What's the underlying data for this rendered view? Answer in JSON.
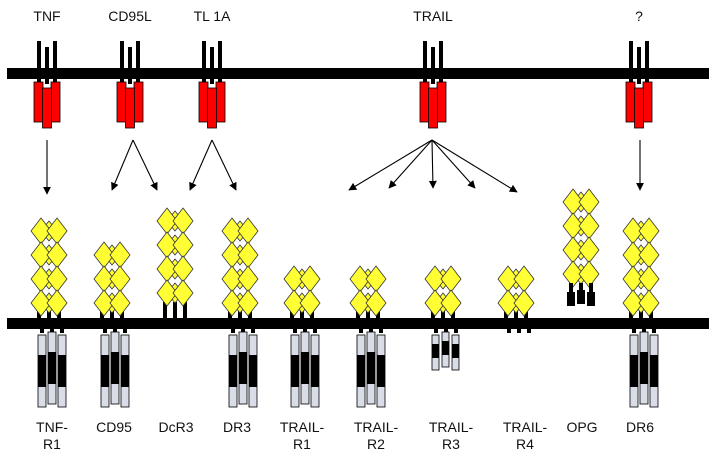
{
  "title": "TNF ligand / receptor superfamily schematic",
  "colors": {
    "membrane": "#000000",
    "ligand_domain": "#ff0000",
    "crd_fill": "#ffff33",
    "crd_stroke": "#333333",
    "intracellular_light": "#d9dde8",
    "death_domain": "#000000",
    "arrow": "#000000"
  },
  "ligands": [
    {
      "id": "tnf",
      "name": "TNF"
    },
    {
      "id": "cd95l",
      "name": "CD95L"
    },
    {
      "id": "tl1a",
      "name": "TL 1A"
    },
    {
      "id": "trail",
      "name": "TRAIL"
    },
    {
      "id": "unknown",
      "name": "?"
    }
  ],
  "receptors": [
    {
      "id": "tnfr1",
      "name": "TNF-\nR1",
      "crd_rows": 4,
      "anchor": "membrane",
      "intracellular": "death-domain"
    },
    {
      "id": "cd95",
      "name": "CD95",
      "crd_rows": 3,
      "anchor": "membrane",
      "intracellular": "death-domain"
    },
    {
      "id": "dcr3",
      "name": "DcR3",
      "crd_rows": 4,
      "anchor": "soluble-stalk",
      "intracellular": "none"
    },
    {
      "id": "dr3",
      "name": "DR3",
      "crd_rows": 4,
      "anchor": "membrane",
      "intracellular": "death-domain"
    },
    {
      "id": "trailr1",
      "name": "TRAIL-\nR1",
      "crd_rows": 2,
      "anchor": "membrane",
      "intracellular": "death-domain"
    },
    {
      "id": "trailr2",
      "name": "TRAIL-\nR2",
      "crd_rows": 2,
      "anchor": "membrane",
      "intracellular": "death-domain"
    },
    {
      "id": "trailr3",
      "name": "TRAIL-\nR3",
      "crd_rows": 2,
      "anchor": "membrane",
      "intracellular": "truncated"
    },
    {
      "id": "trailr4",
      "name": "TRAIL-\nR4",
      "crd_rows": 2,
      "anchor": "membrane",
      "intracellular": "none"
    },
    {
      "id": "opg",
      "name": "OPG",
      "crd_rows": 4,
      "anchor": "soluble-block",
      "intracellular": "none"
    },
    {
      "id": "dr6",
      "name": "DR6",
      "crd_rows": 4,
      "anchor": "membrane",
      "intracellular": "death-domain"
    }
  ],
  "interactions": [
    {
      "from": "tnf",
      "to": "tnfr1"
    },
    {
      "from": "cd95l",
      "to": "cd95"
    },
    {
      "from": "cd95l",
      "to": "dcr3"
    },
    {
      "from": "tl1a",
      "to": "dcr3"
    },
    {
      "from": "tl1a",
      "to": "dr3"
    },
    {
      "from": "trail",
      "to": "trailr1"
    },
    {
      "from": "trail",
      "to": "trailr2"
    },
    {
      "from": "trail",
      "to": "trailr3"
    },
    {
      "from": "trail",
      "to": "trailr4"
    },
    {
      "from": "trail",
      "to": "opg"
    },
    {
      "from": "unknown",
      "to": "dr6"
    }
  ]
}
